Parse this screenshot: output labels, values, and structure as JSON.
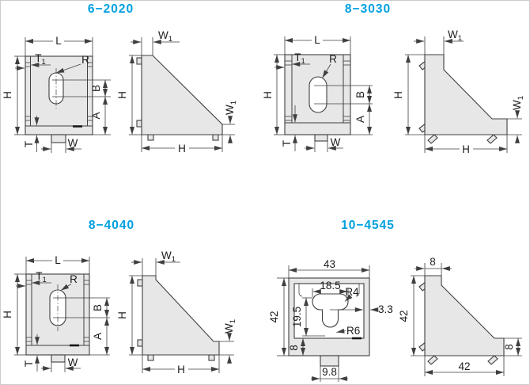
{
  "titles": {
    "p1": "6−2020",
    "p2": "8−3030",
    "p3": "8−4040",
    "p4": "10−4545"
  },
  "labels": {
    "L": "L",
    "H": "H",
    "R": "R",
    "A": "A",
    "B": "B",
    "T": "T",
    "W": "W",
    "T1_main": "T",
    "T1_sub": "1",
    "W1_main": "W",
    "W1_sub": "1"
  },
  "dims_4545": {
    "front_width": "43",
    "front_height": "42",
    "slot_width": "18.5",
    "slot_depth": "19.5",
    "corner_radius_top": "R4",
    "corner_radius_bottom": "R6",
    "wall_thickness": "3.3",
    "base_height": "8",
    "tab_width": "9.8",
    "side_top_width": "8",
    "side_height": "42",
    "side_bottom_width": "42",
    "side_step_height": "8"
  },
  "colors": {
    "accent_blue": "#00a0e0",
    "body_gray": "#e7e7e8",
    "line_dark": "#3f3f3f"
  }
}
